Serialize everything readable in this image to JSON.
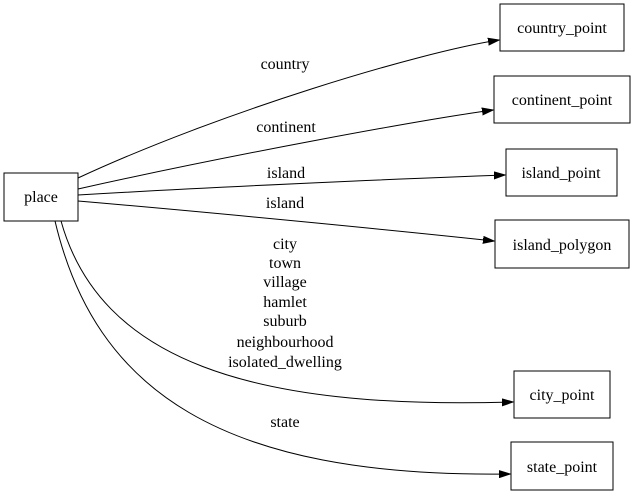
{
  "diagram": {
    "background_color": "#ffffff",
    "stroke_color": "#000000",
    "text_color": "#000000",
    "nodes": {
      "place": {
        "label": "place"
      },
      "country_point": {
        "label": "country_point"
      },
      "continent_point": {
        "label": "continent_point"
      },
      "island_point": {
        "label": "island_point"
      },
      "island_polygon": {
        "label": "island_polygon"
      },
      "city_point": {
        "label": "city_point"
      },
      "state_point": {
        "label": "state_point"
      }
    },
    "edges": {
      "country": {
        "from": "place",
        "to": "country_point",
        "label": "country"
      },
      "continent": {
        "from": "place",
        "to": "continent_point",
        "label": "continent"
      },
      "island_point": {
        "from": "place",
        "to": "island_point",
        "label": "island"
      },
      "island_polygon": {
        "from": "place",
        "to": "island_polygon",
        "label": "island"
      },
      "city": {
        "from": "place",
        "to": "city_point",
        "label_lines": [
          "city",
          "town",
          "village",
          "hamlet",
          "suburb",
          "neighbourhood",
          "isolated_dwelling"
        ]
      },
      "state": {
        "from": "place",
        "to": "state_point",
        "label": "state"
      }
    }
  }
}
